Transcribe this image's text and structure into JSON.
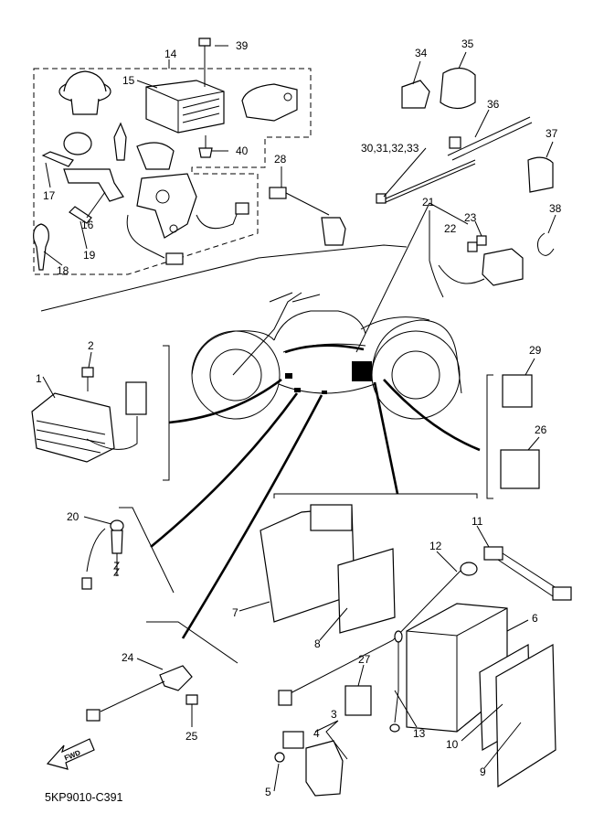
{
  "diagram_code": "5KP9010-C391",
  "fwd_label": "FWD",
  "part_labels": {
    "p1": "1",
    "p2": "2",
    "p3": "3",
    "p4": "4",
    "p5": "5",
    "p6": "6",
    "p7": "7",
    "p8": "8",
    "p9": "9",
    "p10": "10",
    "p11": "11",
    "p12": "12",
    "p13": "13",
    "p14": "14",
    "p15": "15",
    "p16": "16",
    "p17": "17",
    "p18": "18",
    "p19": "19",
    "p20": "20",
    "p21": "21",
    "p22": "22",
    "p23": "23",
    "p24": "24",
    "p25": "25",
    "p26": "26",
    "p27": "27",
    "p28": "28",
    "p29": "29",
    "p30_33": "30,31,32,33",
    "p34": "34",
    "p35": "35",
    "p36": "36",
    "p37": "37",
    "p38": "38",
    "p39": "39",
    "p40": "40"
  }
}
